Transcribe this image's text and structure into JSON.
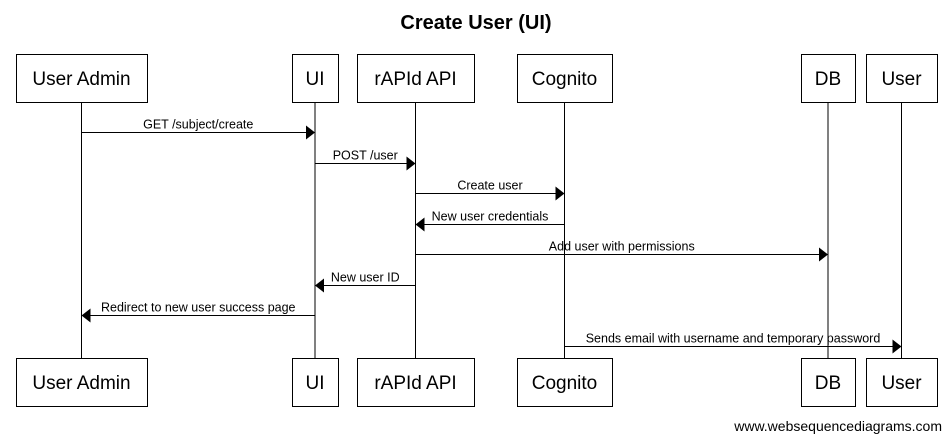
{
  "title": "Create User (UI)",
  "footer": "www.websequencediagrams.com",
  "actors": [
    {
      "id": "admin",
      "label": "User Admin"
    },
    {
      "id": "ui",
      "label": "UI"
    },
    {
      "id": "api",
      "label": "rAPId API"
    },
    {
      "id": "cognito",
      "label": "Cognito"
    },
    {
      "id": "db",
      "label": "DB"
    },
    {
      "id": "user",
      "label": "User"
    }
  ],
  "messages": [
    {
      "from": "admin",
      "to": "ui",
      "label": "GET /subject/create"
    },
    {
      "from": "ui",
      "to": "api",
      "label": "POST /user"
    },
    {
      "from": "api",
      "to": "cognito",
      "label": "Create user"
    },
    {
      "from": "cognito",
      "to": "api",
      "label": "New user credentials"
    },
    {
      "from": "api",
      "to": "db",
      "label": "Add user with permissions"
    },
    {
      "from": "api",
      "to": "ui",
      "label": "New user ID"
    },
    {
      "from": "ui",
      "to": "admin",
      "label": "Redirect to new user success page"
    },
    {
      "from": "cognito",
      "to": "user",
      "label": "Sends email with username and temporary password"
    }
  ]
}
